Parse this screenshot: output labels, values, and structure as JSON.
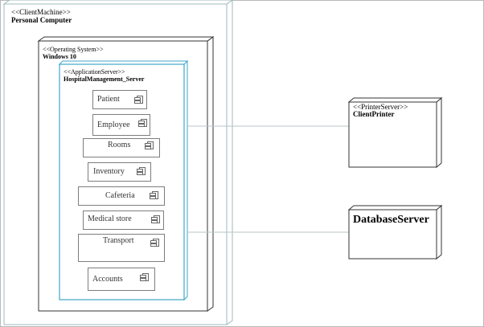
{
  "client_machine": {
    "stereotype": "<<ClientMachine>>",
    "name": "Personal Computer"
  },
  "operating_system": {
    "stereotype": "<<Operating System>>",
    "name": "Windows 10"
  },
  "application_server": {
    "stereotype": "<<ApplicationServer>>",
    "name": "HospitalManagement_Server"
  },
  "components": [
    "Patient",
    "Employee",
    "Rooms",
    "Inventory",
    "Cafeteria",
    "Medical store",
    "Transport",
    "Accounts"
  ],
  "printer_server": {
    "stereotype": "<<PrinterServer>>",
    "name": "ClientPrinter"
  },
  "database_server": {
    "name": "DatabaseServer"
  },
  "colors": {
    "node_border": "#333333",
    "app_server_border": "#3fa6c9",
    "client_machine_border": "#9fb9bd",
    "connector": "#b8c6c8"
  }
}
